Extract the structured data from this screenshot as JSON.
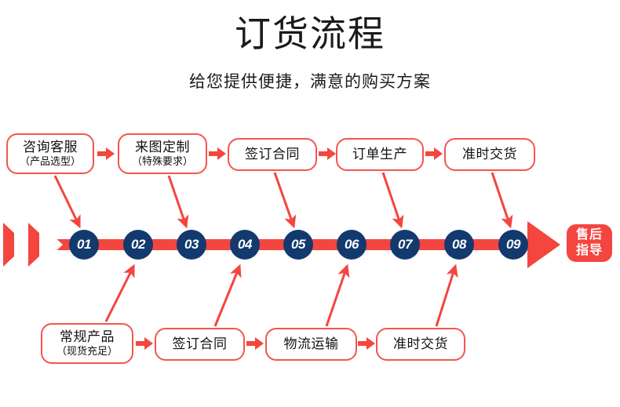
{
  "header": {
    "title": "订货流程",
    "subtitle": "给您提供便捷，满意的购买方案"
  },
  "colors": {
    "accent_red": "#f4453f",
    "box_border": "#f4554f",
    "node_navy": "#123a6e",
    "text": "#111111",
    "background": "#ffffff"
  },
  "top_row": {
    "boxes": [
      {
        "main": "咨询客服",
        "sub": "（产品选型）",
        "target_step": "01"
      },
      {
        "main": "来图定制",
        "sub": "（特殊要求）",
        "target_step": "03"
      },
      {
        "main": "签订合同",
        "sub": "",
        "target_step": "05"
      },
      {
        "main": "订单生产",
        "sub": "",
        "target_step": "07"
      },
      {
        "main": "准时交货",
        "sub": "",
        "target_step": "09"
      }
    ]
  },
  "bottom_row": {
    "boxes": [
      {
        "main": "常规产品",
        "sub": "（现货充足）",
        "target_step": "02"
      },
      {
        "main": "签订合同",
        "sub": "",
        "target_step": "04"
      },
      {
        "main": "物流运输",
        "sub": "",
        "target_step": "06"
      },
      {
        "main": "准时交货",
        "sub": "",
        "target_step": "08"
      }
    ]
  },
  "timeline": {
    "steps": [
      "01",
      "02",
      "03",
      "04",
      "05",
      "06",
      "07",
      "08",
      "09"
    ],
    "endcap": {
      "line1": "售后",
      "line2": "指导"
    }
  }
}
